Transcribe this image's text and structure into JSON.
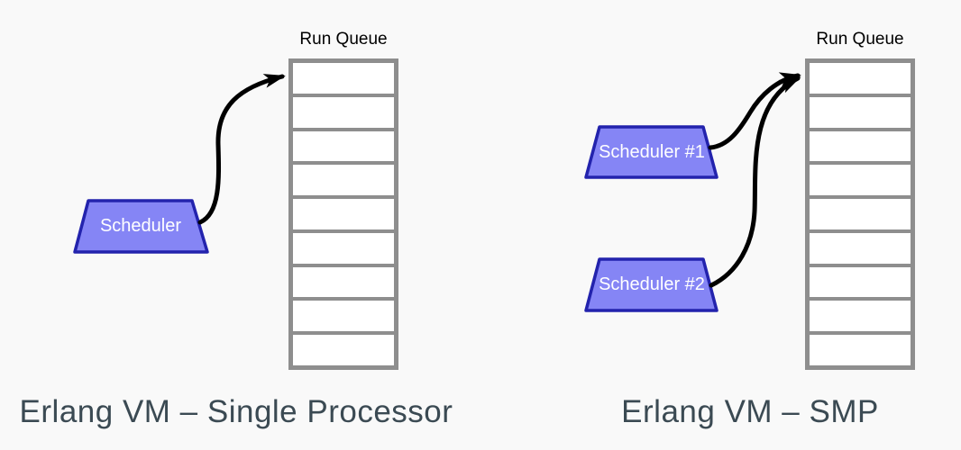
{
  "colors": {
    "background": "#f9f9f9",
    "trapezoid-fill": "#8585f5",
    "trapezoid-border": "#2323ad",
    "trapezoid-text": "#ffffff",
    "queue-border": "#8e8e8e",
    "queue-cell-fill": "#ffffff",
    "arrow": "#000000",
    "label": "#000000",
    "caption": "#3b4a53"
  },
  "left_diagram": {
    "queue_label": "Run Queue",
    "queue_cell_count": 9,
    "scheduler_label": "Scheduler",
    "caption": "Erlang VM – Single Processor"
  },
  "right_diagram": {
    "queue_label": "Run Queue",
    "queue_cell_count": 9,
    "scheduler1_label": "Scheduler #1",
    "scheduler2_label": "Scheduler #2",
    "caption": "Erlang VM – SMP"
  }
}
